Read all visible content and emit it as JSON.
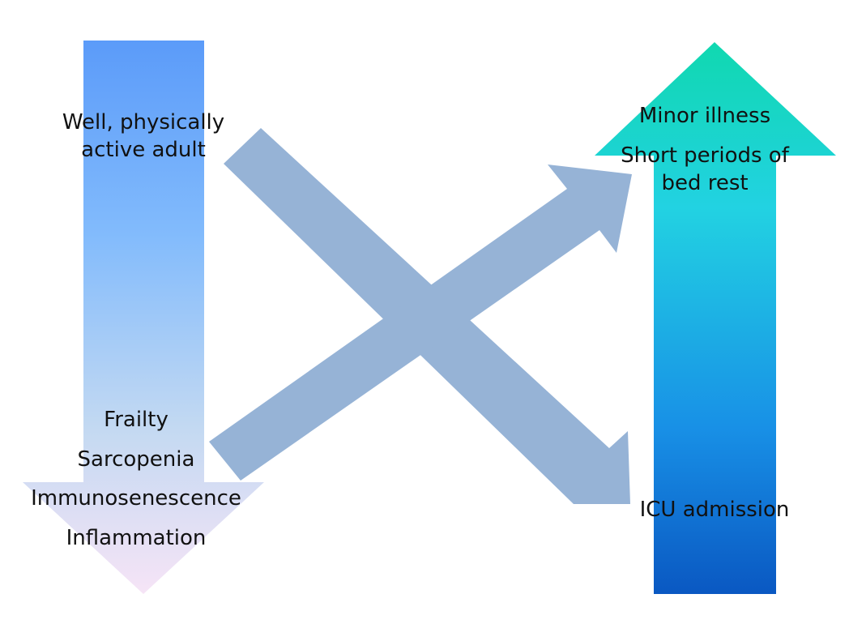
{
  "diagram": {
    "left_column": {
      "top_label": [
        "Well, physically",
        "active adult"
      ],
      "bottom_labels": [
        "Frailty",
        "Sarcopenia",
        "Immunosenescence",
        "Inflammation"
      ],
      "gradient": [
        "#5b9bf9",
        "#8ec2fc",
        "#bcd6f0",
        "#f4e4f6"
      ]
    },
    "right_column": {
      "top_labels": [
        "Minor illness",
        "Short periods of",
        "bed rest"
      ],
      "bottom_label": "ICU admission",
      "gradient": [
        "#10d8b4",
        "#22d0e0",
        "#1494e8",
        "#0a5cc4"
      ]
    },
    "cross_arrow_color": "#96b3d6"
  }
}
